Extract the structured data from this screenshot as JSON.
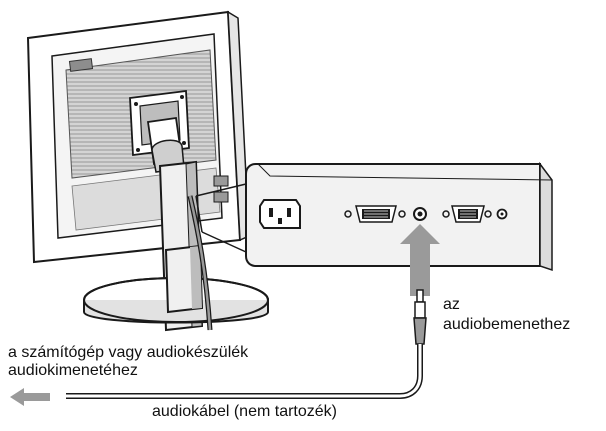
{
  "labels": {
    "audio_input_line1": "az",
    "audio_input_line2": "audiobemenethez",
    "audio_output_line1": "a számítógép vagy audiokészülék",
    "audio_output_line2": "audiokimenetéhez",
    "cable": "audiokábel (nem tartozék)"
  },
  "colors": {
    "line": "#1a1a1a",
    "shade": "#9a9a9a",
    "light_shade": "#c8c8c8",
    "panel": "#f2f2f2",
    "arrow": "#9a9a9a"
  }
}
